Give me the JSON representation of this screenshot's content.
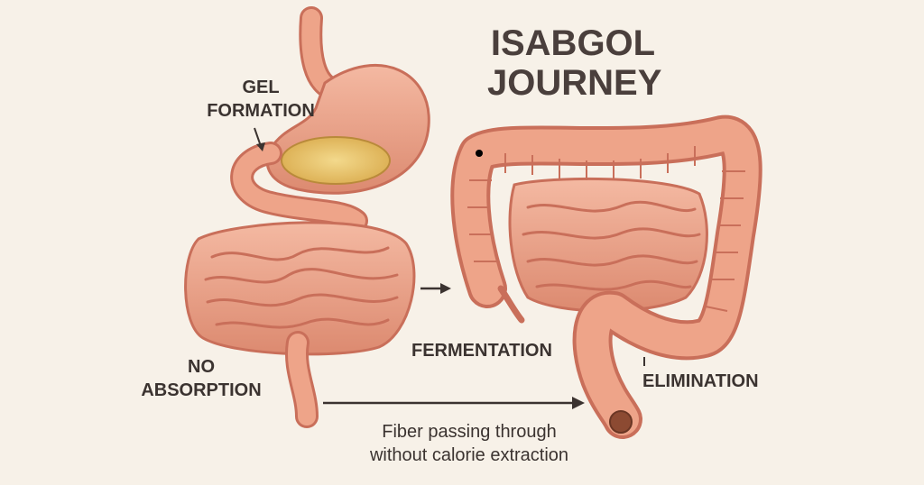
{
  "title": {
    "line1": "ISABGOL",
    "line2": "JOURNEY"
  },
  "labels": {
    "gel_formation": {
      "line1": "GEL",
      "line2": "FORMATION"
    },
    "no_absorption": {
      "line1": "NO",
      "line2": "ABSORPTION"
    },
    "fermentation": "FERMENTATION",
    "elimination": "ELIMINATION"
  },
  "caption": {
    "line1": "Fiber passing through",
    "line2": "without calorie extraction"
  },
  "colors": {
    "background": "#f7f1e8",
    "tissue": "#e99a80",
    "tissue_dark": "#c96f5a",
    "tissue_light": "#f4b9a2",
    "gel": "#e8c46a",
    "text": "#3b3330",
    "arrow": "#3b3330"
  },
  "icons": [
    "stomach",
    "small-intestine",
    "large-intestine",
    "arrow-right"
  ]
}
